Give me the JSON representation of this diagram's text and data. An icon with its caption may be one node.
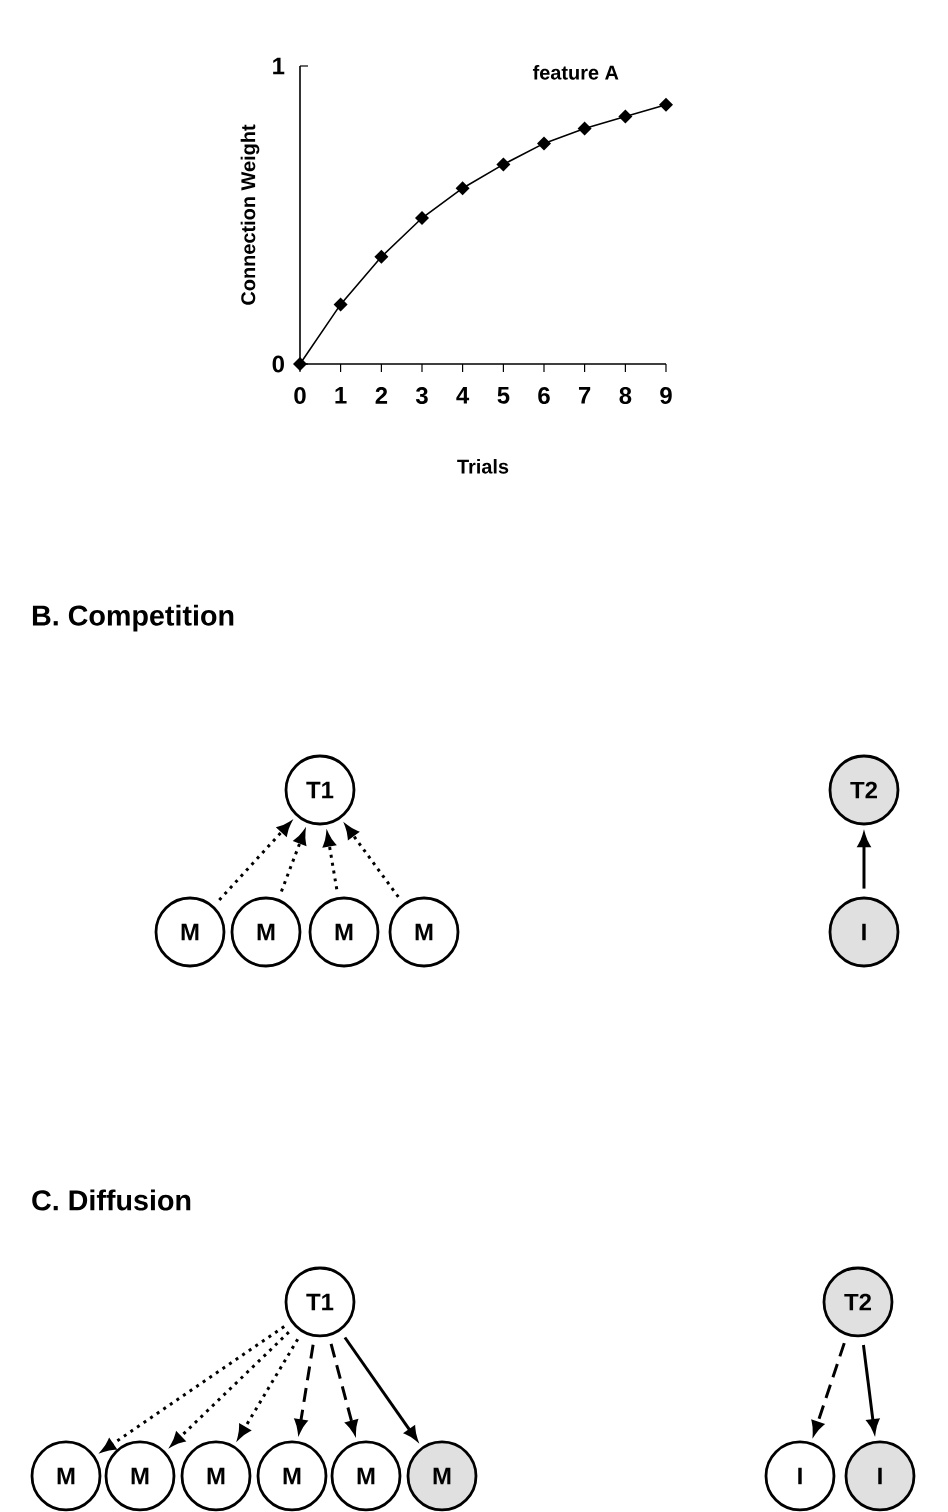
{
  "diagram": {
    "nodes": [
      {
        "text": [
          "T1"
        ]
      },
      {
        "text": [
          "M"
        ]
      },
      {
        "text": [
          "M"
        ]
      },
      {
        "text": [
          "M"
        ]
      },
      {
        "text": [
          "M"
        ]
      },
      {
        "text": [
          "T2"
        ]
      },
      {
        "text": [
          "I"
        ]
      },
      {
        "text": [
          "T1"
        ]
      },
      {
        "text": [
          "M"
        ]
      },
      {
        "text": [
          "M"
        ]
      },
      {
        "text": [
          "M"
        ]
      },
      {
        "text": [
          "M"
        ]
      },
      {
        "text": [
          "M"
        ]
      },
      {
        "text": [
          "M"
        ]
      },
      {
        "text": [
          "T2"
        ]
      },
      {
        "text": [
          "I"
        ]
      },
      {
        "text": [
          "I"
        ]
      }
    ],
    "edges": [
      {
        "from": 1,
        "to": 0,
        "arrow": "to",
        "style": "dashed"
      },
      {
        "from": 2,
        "to": 0,
        "arrow": "to",
        "style": "dashed"
      },
      {
        "from": 3,
        "to": 0,
        "arrow": "to",
        "style": "dashed"
      },
      {
        "from": 4,
        "to": 0,
        "arrow": "to",
        "style": "dashed"
      },
      {
        "from": 6,
        "to": 5,
        "arrow": "to"
      },
      {
        "from": 7,
        "to": 8,
        "arrow": "to",
        "style": "dashed"
      },
      {
        "from": 7,
        "to": 9,
        "arrow": "to",
        "style": "dashed"
      },
      {
        "from": 7,
        "to": 10,
        "arrow": "to",
        "style": "dashed"
      },
      {
        "from": 7,
        "to": 11,
        "arrow": "to",
        "style": "dashed"
      },
      {
        "from": 7,
        "to": 12,
        "arrow": "to",
        "style": "dashed"
      },
      {
        "from": 7,
        "to": 13,
        "arrow": "to"
      },
      {
        "from": 14,
        "to": 15,
        "arrow": "to",
        "style": "dashed"
      },
      {
        "from": 14,
        "to": 16,
        "arrow": "to"
      }
    ],
    "labels": [
      "B. Competition",
      "C. Diffusion"
    ],
    "chart_data": {
      "type": "line",
      "title": "feature A",
      "xlabel": "Trials",
      "ylabel": "Connection Weight",
      "x": [
        0,
        1,
        2,
        3,
        4,
        5,
        6,
        7,
        8,
        9
      ],
      "series": [
        {
          "color": "#000000",
          "marker": "diamond",
          "values": [
            0,
            0.2,
            0.36,
            0.49,
            0.59,
            0.67,
            0.74,
            0.79,
            0.83,
            0.87
          ]
        }
      ],
      "xlim": [
        0,
        9
      ],
      "ylim": [
        0,
        1
      ],
      "xticks": [
        0,
        1,
        2,
        3,
        4,
        5,
        6,
        7,
        8,
        9
      ],
      "yticks": [
        0,
        1
      ]
    }
  }
}
